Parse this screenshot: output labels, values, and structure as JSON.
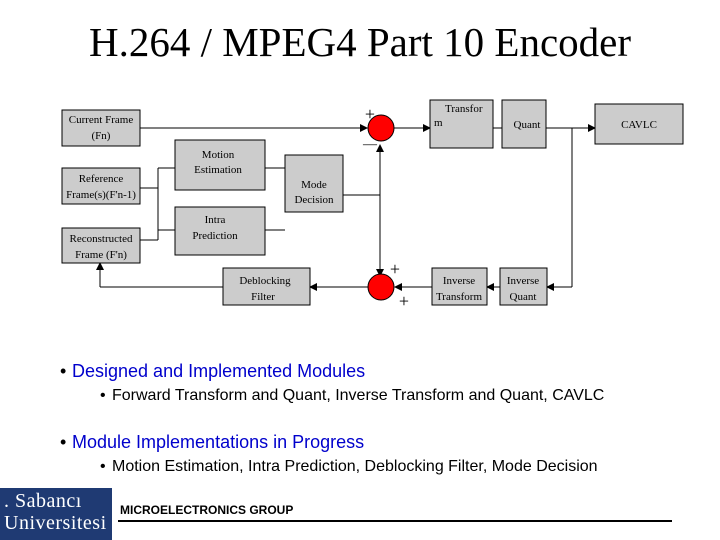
{
  "title": "H.264 / MPEG4 Part 10 Encoder",
  "diagram": {
    "blocks": {
      "current_frame": [
        "Current Frame",
        "(Fn)"
      ],
      "reference_frames": [
        "Reference",
        "Frame(s)(F'n-1)"
      ],
      "reconstructed_frame": [
        "Reconstructed",
        "Frame (F'n)"
      ],
      "motion_estimation": [
        "Motion",
        "Estimation"
      ],
      "intra_prediction": [
        "Intra",
        "Prediction"
      ],
      "mode_decision": [
        "Mode",
        "Decision"
      ],
      "deblocking_filter": [
        "Deblocking",
        "Filter"
      ],
      "transform": [
        "Transfor",
        "m"
      ],
      "quant": [
        "Quant"
      ],
      "cavlc": [
        "CAVLC"
      ],
      "inverse_transform": [
        "Inverse",
        "Transform"
      ],
      "inverse_quant": [
        "Inverse",
        "Quant"
      ]
    },
    "signs": {
      "sub_plus": "+",
      "sub_minus": "—",
      "add_plus_top": "+",
      "add_plus_bottom": "+"
    },
    "colors": {
      "summing_node": "#ff0000",
      "block_fill": "#cccccc"
    }
  },
  "bullets": [
    {
      "heading": "Designed and Implemented Modules",
      "sub": "Forward Transform and Quant, Inverse Transform and Quant, CAVLC"
    },
    {
      "heading": "Module Implementations in Progress",
      "sub": "Motion Estimation, Intra Prediction, Deblocking Filter, Mode Decision"
    }
  ],
  "footer": {
    "group": "MICROELECTRONICS GROUP",
    "logo_line1": ". Sabancı",
    "logo_line2": "Universitesi"
  }
}
